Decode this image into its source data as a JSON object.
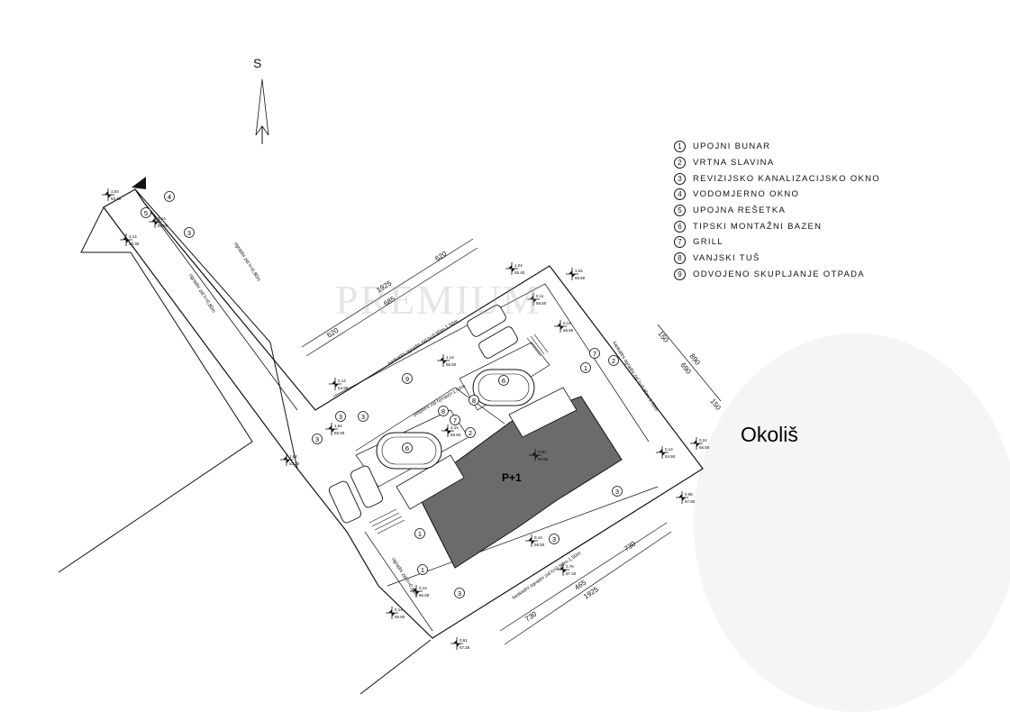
{
  "north": {
    "label": "S"
  },
  "watermark": {
    "text": "PREMIUM"
  },
  "title": "Okoliš",
  "building": {
    "label": "P+1"
  },
  "legend": {
    "items": [
      {
        "num": "1",
        "label": "UPOJNI BUNAR"
      },
      {
        "num": "2",
        "label": "VRTNA SLAVINA"
      },
      {
        "num": "3",
        "label": "REVIZIJSKO KANALIZACIJSKO OKNO"
      },
      {
        "num": "4",
        "label": "VODOMJERNO OKNO"
      },
      {
        "num": "5",
        "label": "UPOJNA REŠETKA"
      },
      {
        "num": "6",
        "label": "TIPSKI MONTAŽNI BAZEN"
      },
      {
        "num": "7",
        "label": "GRILL"
      },
      {
        "num": "8",
        "label": "VANJSKI TUŠ"
      },
      {
        "num": "9",
        "label": "ODVOJENO SKUPLJANJE OTPADA"
      }
    ]
  },
  "dimensions": {
    "top": [
      "620",
      "1925",
      "685",
      "620"
    ],
    "right": [
      "150",
      "890",
      "690",
      "150"
    ],
    "bottom": [
      "730",
      "465",
      "1925",
      "730"
    ]
  },
  "wall_labels": {
    "top_wall": "kaskadni ogradni zid h=0,80m-1,50m",
    "right_wall": "kaskadni ogradni zid h=0,80m-1,50m",
    "bottom_wall": "kaskadni ogradni zid h=0,80m-1,50m",
    "road_wall": "ogradni zid h=0,80m",
    "inner_wall": "potporni zid h(max)=1,50m"
  },
  "elevations": [
    "1.04 / 53.40",
    "3.14 / 53.30",
    "3.14 / 53.50",
    "1.64 / 53.20",
    "2.14 / 54.50",
    "1.24 / 55.40",
    "1.04 / 55.60",
    "0.11 / 56.50",
    "0.14 / 56.50",
    "1.14 / 55.50",
    "1.64 / 55.00",
    "2.14 / 55.50",
    "0.14 / 54.50",
    "0.24 / 56.50",
    "0.96 / 57.60",
    "0.14 / 56.50",
    "0.76 / 57.40",
    "0.14 / 56.50",
    "0.14 / 56.50",
    "0.61 / 57.25",
    "0.00 / 54.65"
  ],
  "markers": [
    {
      "num": "4"
    },
    {
      "num": "5"
    },
    {
      "num": "3"
    },
    {
      "num": "3"
    },
    {
      "num": "3"
    },
    {
      "num": "3"
    },
    {
      "num": "9"
    },
    {
      "num": "8"
    },
    {
      "num": "7"
    },
    {
      "num": "2"
    },
    {
      "num": "7"
    },
    {
      "num": "8"
    },
    {
      "num": "2"
    },
    {
      "num": "1"
    },
    {
      "num": "1"
    },
    {
      "num": "1"
    },
    {
      "num": "3"
    },
    {
      "num": "3"
    },
    {
      "num": "3"
    },
    {
      "num": "6"
    },
    {
      "num": "6"
    }
  ]
}
